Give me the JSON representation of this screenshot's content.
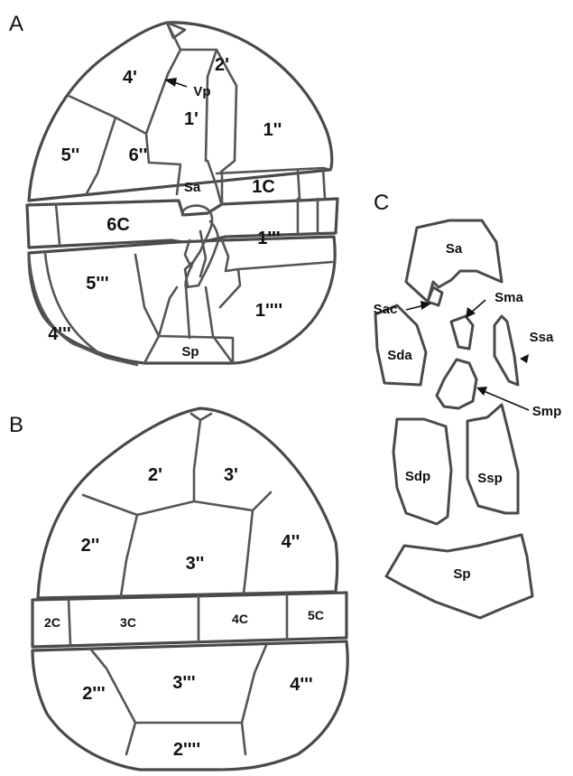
{
  "panels": {
    "a": "A",
    "b": "B",
    "c": "C"
  },
  "panel_a": {
    "plates": {
      "p4prime": "4'",
      "p2prime": "2'",
      "vp": "Vp",
      "p1prime": "1'",
      "p1dbl": "1''",
      "p5dbl": "5''",
      "p6dbl": "6''",
      "sa": "Sa",
      "c1": "1C",
      "c6": "6C",
      "p1trip": "1'''",
      "p5trip": "5'''",
      "p4trip": "4'''",
      "p1quad": "1''''",
      "sp": "Sp"
    }
  },
  "panel_b": {
    "plates": {
      "p2prime": "2'",
      "p3prime": "3'",
      "p2dbl": "2''",
      "p3dbl": "3''",
      "p4dbl": "4''",
      "c2": "2C",
      "c3": "3C",
      "c4": "4C",
      "c5": "5C",
      "p2trip": "2'''",
      "p3trip": "3'''",
      "p4trip": "4'''",
      "p2quad": "2''''"
    }
  },
  "panel_c": {
    "plates": {
      "sa": "Sa",
      "sac": "Sac",
      "sma": "Sma",
      "sda": "Sda",
      "ssa": "Ssa",
      "smp": "Smp",
      "sdp": "Sdp",
      "ssp": "Ssp",
      "sp": "Sp"
    }
  }
}
